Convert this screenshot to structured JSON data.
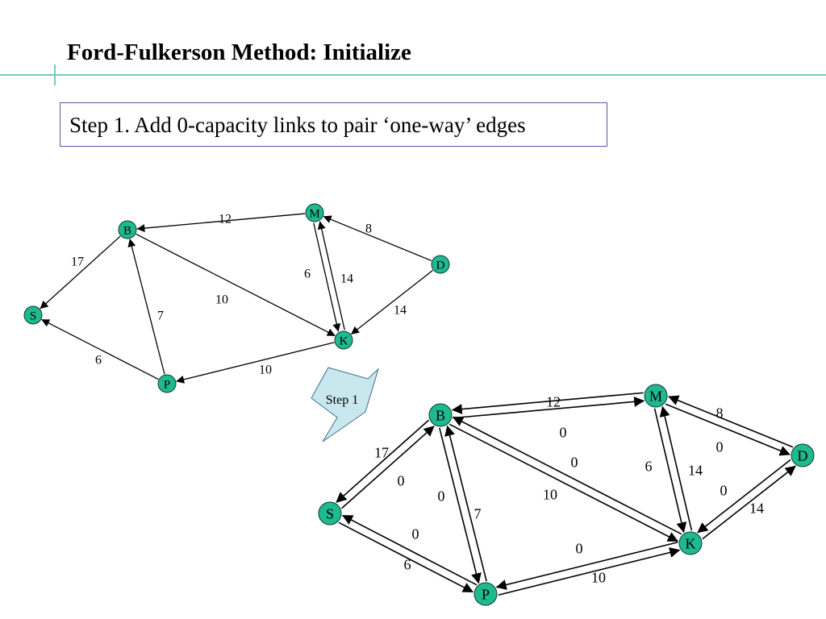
{
  "slide": {
    "title": "Ford-Fulkerson Method: Initialize",
    "step_text": "Step 1. Add 0-capacity links to pair ‘one-way’ edges"
  },
  "colors": {
    "node_fill": "#1fb990",
    "accent_rule": "#7cc9bd",
    "box_border": "#5b57a6",
    "callout_fill": "#c9e7ee"
  },
  "callout": {
    "label": "Step 1"
  },
  "graph_original": {
    "nodes": [
      "B",
      "M",
      "D",
      "S",
      "K",
      "P"
    ],
    "edges": [
      {
        "from": "M",
        "to": "B",
        "capacity": "12"
      },
      {
        "from": "D",
        "to": "M",
        "capacity": "8"
      },
      {
        "from": "B",
        "to": "S",
        "capacity": "17"
      },
      {
        "from": "B",
        "to": "K",
        "capacity": "10"
      },
      {
        "from": "K",
        "to": "M",
        "capacity": "6"
      },
      {
        "from": "M",
        "to": "K",
        "capacity": "14"
      },
      {
        "from": "D",
        "to": "K",
        "capacity": "14"
      },
      {
        "from": "P",
        "to": "B",
        "capacity": "7"
      },
      {
        "from": "P",
        "to": "S",
        "capacity": "6"
      },
      {
        "from": "K",
        "to": "P",
        "capacity": "10"
      }
    ]
  },
  "graph_initialized": {
    "nodes": [
      "B",
      "M",
      "D",
      "S",
      "K",
      "P"
    ],
    "edges": [
      {
        "from": "M",
        "to": "B",
        "capacity": "12"
      },
      {
        "from": "B",
        "to": "M",
        "capacity": "0"
      },
      {
        "from": "D",
        "to": "M",
        "capacity": "8"
      },
      {
        "from": "M",
        "to": "D",
        "capacity": "0"
      },
      {
        "from": "B",
        "to": "S",
        "capacity": "17"
      },
      {
        "from": "S",
        "to": "B",
        "capacity": "0"
      },
      {
        "from": "B",
        "to": "K",
        "capacity": "10"
      },
      {
        "from": "K",
        "to": "B",
        "capacity": "0"
      },
      {
        "from": "K",
        "to": "M",
        "capacity": "6"
      },
      {
        "from": "M",
        "to": "K",
        "capacity": "14"
      },
      {
        "from": "D",
        "to": "K",
        "capacity": "14"
      },
      {
        "from": "K",
        "to": "D",
        "capacity": "0"
      },
      {
        "from": "P",
        "to": "B",
        "capacity": "7"
      },
      {
        "from": "B",
        "to": "P",
        "capacity": "0"
      },
      {
        "from": "P",
        "to": "S",
        "capacity": "6"
      },
      {
        "from": "S",
        "to": "P",
        "capacity": "0"
      },
      {
        "from": "K",
        "to": "P",
        "capacity": "10"
      },
      {
        "from": "P",
        "to": "K",
        "capacity": "0"
      }
    ]
  }
}
